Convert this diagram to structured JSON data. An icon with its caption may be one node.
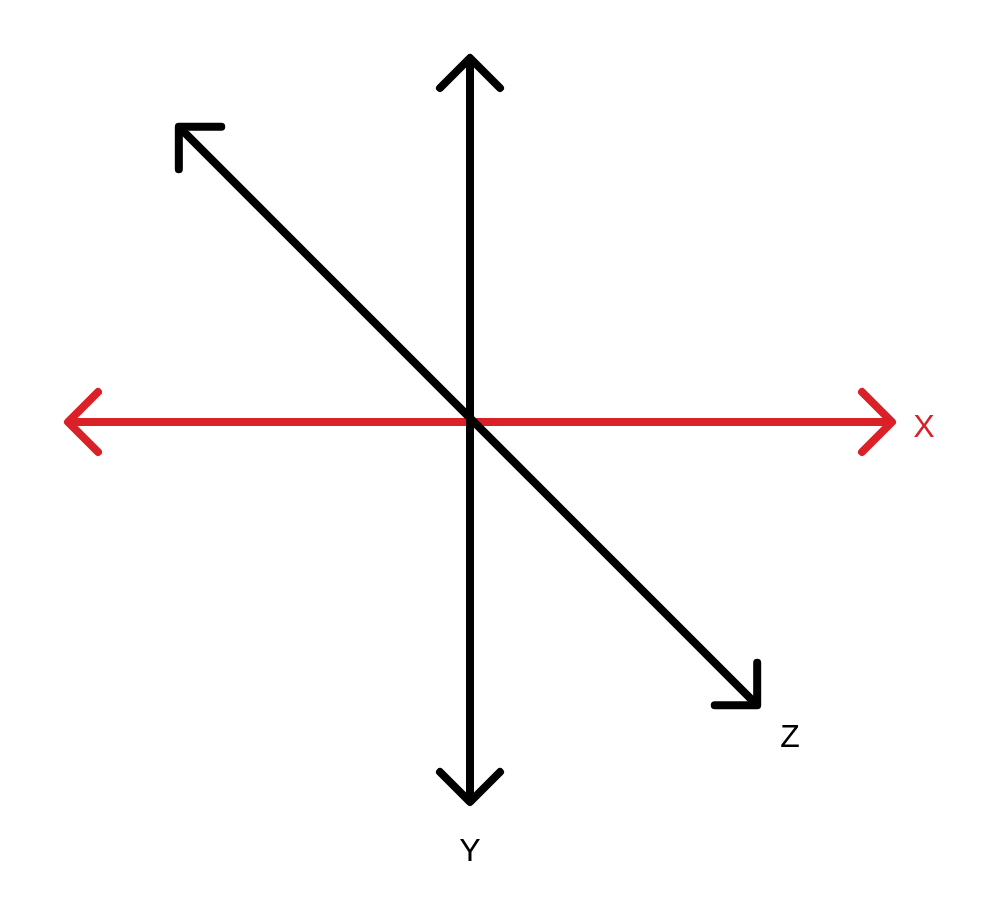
{
  "diagram": {
    "labels": [
      "X",
      "Z",
      "Y"
    ]
  }
}
